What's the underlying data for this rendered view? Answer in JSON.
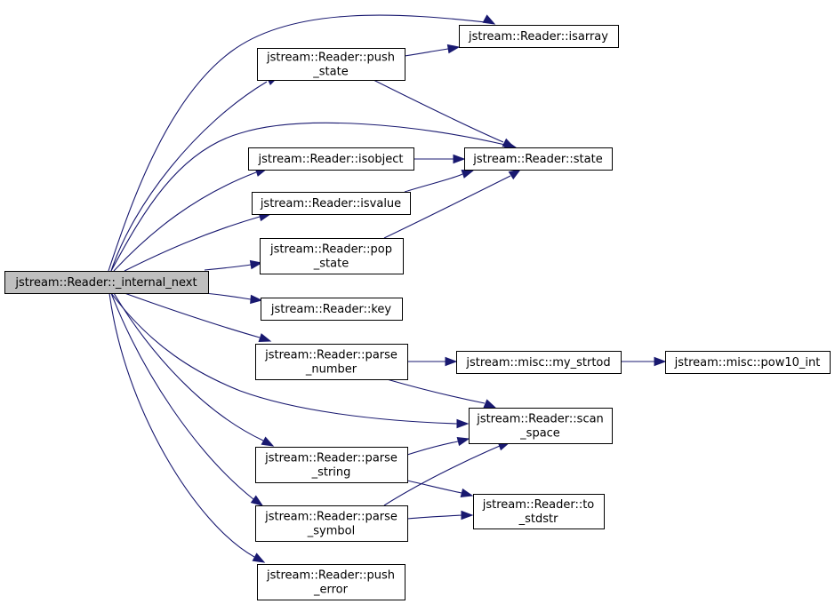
{
  "nodes": [
    {
      "id": "internal_next",
      "lines": [
        "jstream::Reader::_internal_next"
      ],
      "highlight": true
    },
    {
      "id": "isarray",
      "lines": [
        "jstream::Reader::isarray"
      ]
    },
    {
      "id": "push_state",
      "lines": [
        "jstream::Reader::push",
        "_state"
      ]
    },
    {
      "id": "state",
      "lines": [
        "jstream::Reader::state"
      ]
    },
    {
      "id": "isobject",
      "lines": [
        "jstream::Reader::isobject"
      ]
    },
    {
      "id": "isvalue",
      "lines": [
        "jstream::Reader::isvalue"
      ]
    },
    {
      "id": "pop_state",
      "lines": [
        "jstream::Reader::pop",
        "_state"
      ]
    },
    {
      "id": "key",
      "lines": [
        "jstream::Reader::key"
      ]
    },
    {
      "id": "parse_number",
      "lines": [
        "jstream::Reader::parse",
        "_number"
      ]
    },
    {
      "id": "my_strtod",
      "lines": [
        "jstream::misc::my_strtod"
      ]
    },
    {
      "id": "pow10_int",
      "lines": [
        "jstream::misc::pow10_int"
      ]
    },
    {
      "id": "scan_space",
      "lines": [
        "jstream::Reader::scan",
        "_space"
      ]
    },
    {
      "id": "parse_string",
      "lines": [
        "jstream::Reader::parse",
        "_string"
      ]
    },
    {
      "id": "to_stdstr",
      "lines": [
        "jstream::Reader::to",
        "_stdstr"
      ]
    },
    {
      "id": "parse_symbol",
      "lines": [
        "jstream::Reader::parse",
        "_symbol"
      ]
    },
    {
      "id": "push_error",
      "lines": [
        "jstream::Reader::push",
        "_error"
      ]
    }
  ],
  "edges": [
    {
      "from": "internal_next",
      "to": "isarray"
    },
    {
      "from": "internal_next",
      "to": "push_state"
    },
    {
      "from": "internal_next",
      "to": "state"
    },
    {
      "from": "internal_next",
      "to": "isobject"
    },
    {
      "from": "internal_next",
      "to": "isvalue"
    },
    {
      "from": "internal_next",
      "to": "pop_state"
    },
    {
      "from": "internal_next",
      "to": "key"
    },
    {
      "from": "internal_next",
      "to": "parse_number"
    },
    {
      "from": "internal_next",
      "to": "scan_space"
    },
    {
      "from": "internal_next",
      "to": "parse_string"
    },
    {
      "from": "internal_next",
      "to": "parse_symbol"
    },
    {
      "from": "internal_next",
      "to": "push_error"
    },
    {
      "from": "push_state",
      "to": "isarray"
    },
    {
      "from": "push_state",
      "to": "state"
    },
    {
      "from": "isobject",
      "to": "state"
    },
    {
      "from": "isvalue",
      "to": "state"
    },
    {
      "from": "pop_state",
      "to": "state"
    },
    {
      "from": "parse_number",
      "to": "my_strtod"
    },
    {
      "from": "parse_number",
      "to": "scan_space"
    },
    {
      "from": "my_strtod",
      "to": "pow10_int"
    },
    {
      "from": "parse_string",
      "to": "scan_space"
    },
    {
      "from": "parse_string",
      "to": "to_stdstr"
    },
    {
      "from": "parse_symbol",
      "to": "scan_space"
    },
    {
      "from": "parse_symbol",
      "to": "to_stdstr"
    }
  ],
  "colors": {
    "edge": "#191970",
    "node_fill": "#ffffff",
    "highlight_fill": "#bfbfbf",
    "node_border": "#000000"
  }
}
